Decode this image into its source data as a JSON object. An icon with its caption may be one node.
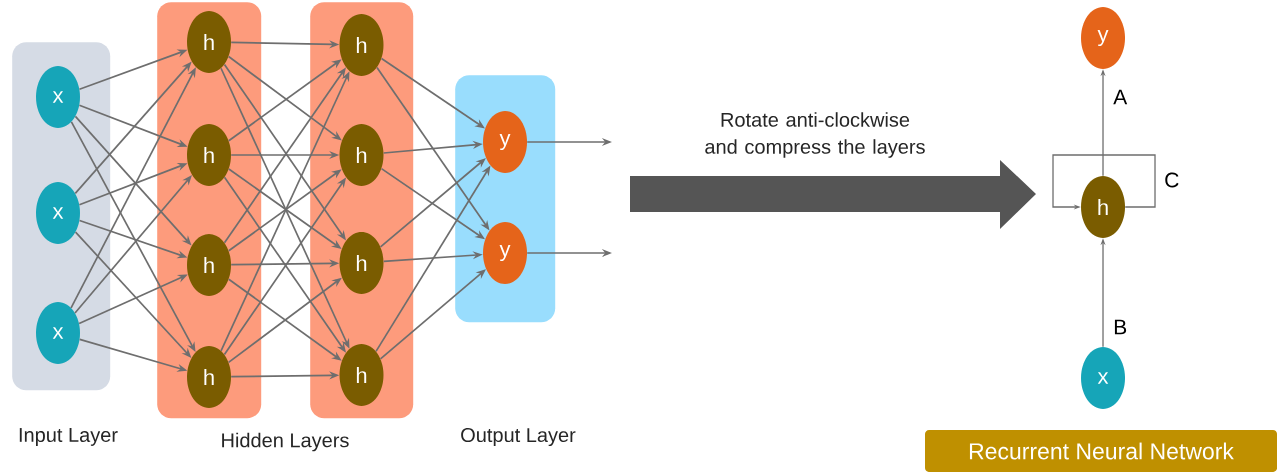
{
  "diagram": {
    "nodes": [
      {
        "text": [],
        "shape": "box"
      },
      {
        "text": [],
        "shape": "box"
      },
      {
        "text": [],
        "shape": "box"
      },
      {
        "text": [],
        "shape": "box"
      },
      {
        "text": [
          "x"
        ],
        "in": 0
      },
      {
        "text": [
          "x"
        ],
        "in": 0
      },
      {
        "text": [
          "x"
        ],
        "in": 0
      },
      {
        "text": [
          "h"
        ],
        "in": 1
      },
      {
        "text": [
          "h"
        ],
        "in": 1
      },
      {
        "text": [
          "h"
        ],
        "in": 1
      },
      {
        "text": [
          "h"
        ],
        "in": 1
      },
      {
        "text": [
          "h"
        ],
        "in": 2
      },
      {
        "text": [
          "h"
        ],
        "in": 2
      },
      {
        "text": [
          "h"
        ],
        "in": 2
      },
      {
        "text": [
          "h"
        ],
        "in": 2
      },
      {
        "text": [
          "y"
        ],
        "in": 3
      },
      {
        "text": [
          "y"
        ],
        "in": 3
      },
      {
        "text": [
          "y"
        ]
      },
      {
        "text": [
          "h"
        ]
      },
      {
        "text": [
          "x"
        ]
      },
      {
        "text": [
          "Recurrent Neural Network"
        ]
      }
    ],
    "edges": [
      {
        "from": 4,
        "to": 7,
        "arrow": "to"
      },
      {
        "from": 4,
        "to": 8,
        "arrow": "to"
      },
      {
        "from": 4,
        "to": 9,
        "arrow": "to"
      },
      {
        "from": 4,
        "to": 10,
        "arrow": "to"
      },
      {
        "from": 5,
        "to": 7,
        "arrow": "to"
      },
      {
        "from": 5,
        "to": 8,
        "arrow": "to"
      },
      {
        "from": 5,
        "to": 9,
        "arrow": "to"
      },
      {
        "from": 5,
        "to": 10,
        "arrow": "to"
      },
      {
        "from": 6,
        "to": 7,
        "arrow": "to"
      },
      {
        "from": 6,
        "to": 8,
        "arrow": "to"
      },
      {
        "from": 6,
        "to": 9,
        "arrow": "to"
      },
      {
        "from": 6,
        "to": 10,
        "arrow": "to"
      },
      {
        "from": 7,
        "to": 11,
        "arrow": "to"
      },
      {
        "from": 7,
        "to": 12,
        "arrow": "to"
      },
      {
        "from": 7,
        "to": 13,
        "arrow": "to"
      },
      {
        "from": 7,
        "to": 14,
        "arrow": "to"
      },
      {
        "from": 8,
        "to": 11,
        "arrow": "to"
      },
      {
        "from": 8,
        "to": 12,
        "arrow": "to"
      },
      {
        "from": 8,
        "to": 13,
        "arrow": "to"
      },
      {
        "from": 8,
        "to": 14,
        "arrow": "to"
      },
      {
        "from": 9,
        "to": 11,
        "arrow": "to"
      },
      {
        "from": 9,
        "to": 12,
        "arrow": "to"
      },
      {
        "from": 9,
        "to": 13,
        "arrow": "to"
      },
      {
        "from": 9,
        "to": 14,
        "arrow": "to"
      },
      {
        "from": 10,
        "to": 11,
        "arrow": "to"
      },
      {
        "from": 10,
        "to": 12,
        "arrow": "to"
      },
      {
        "from": 10,
        "to": 13,
        "arrow": "to"
      },
      {
        "from": 10,
        "to": 14,
        "arrow": "to"
      },
      {
        "from": 11,
        "to": 15,
        "arrow": "to"
      },
      {
        "from": 11,
        "to": 16,
        "arrow": "to"
      },
      {
        "from": 12,
        "to": 15,
        "arrow": "to"
      },
      {
        "from": 12,
        "to": 16,
        "arrow": "to"
      },
      {
        "from": 13,
        "to": 15,
        "arrow": "to"
      },
      {
        "from": 13,
        "to": 16,
        "arrow": "to"
      },
      {
        "from": 14,
        "to": 15,
        "arrow": "to"
      },
      {
        "from": 14,
        "to": 16,
        "arrow": "to"
      },
      {
        "from": 15,
        "to": null,
        "arrow": "to"
      },
      {
        "from": 16,
        "to": null,
        "arrow": "to"
      },
      {
        "from": 18,
        "to": 17,
        "arrow": "to",
        "label": "A"
      },
      {
        "from": 19,
        "to": 18,
        "arrow": "to",
        "label": "B"
      },
      {
        "from": 18,
        "to": 18,
        "arrow": "to",
        "label": "C"
      }
    ],
    "labels": [
      "Input Layer",
      "Hidden Layers",
      "Output Layer",
      "Rotate anti-clockwise and compress the layers"
    ]
  }
}
